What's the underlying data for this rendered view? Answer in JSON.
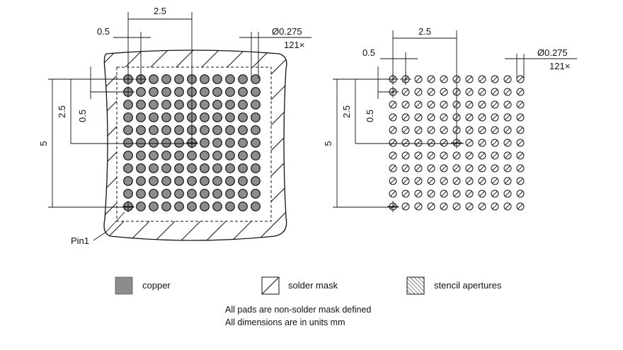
{
  "left_view": {
    "dim_pitch_group": "2.5",
    "dim_pitch": "0.5",
    "dim_diameter": "Ø0.275",
    "dim_count": "121×",
    "dim_vertical_overall": "5",
    "dim_vertical_group": "2.5",
    "dim_vertical_pitch": "0.5",
    "pin1_label": "Pin1"
  },
  "right_view": {
    "dim_pitch_group": "2.5",
    "dim_pitch": "0.5",
    "dim_diameter": "Ø0.275",
    "dim_count": "121×",
    "dim_vertical_overall": "5",
    "dim_vertical_group": "2.5",
    "dim_vertical_pitch": "0.5"
  },
  "legend": {
    "copper": "copper",
    "solder_mask": "solder mask",
    "stencil": "stencil apertures"
  },
  "notes": {
    "line1": "All pads are non-solder mask defined",
    "line2": "All dimensions are in units mm"
  },
  "colors": {
    "copper": "#8c8c8c",
    "line": "#111111"
  }
}
